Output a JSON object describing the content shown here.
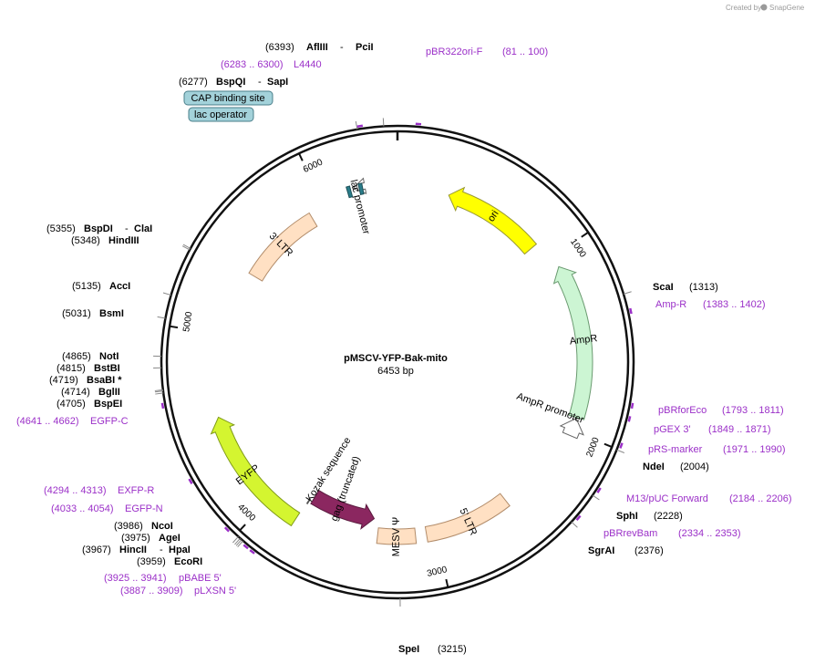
{
  "plasmid": {
    "name": "pMSCV-YFP-Bak-mito",
    "length_label": "6453 bp",
    "total_bp": 6453
  },
  "credit": {
    "text": "Created by",
    "brand": "SnapGene"
  },
  "colors": {
    "backbone": "#111111",
    "enzyme_line": "#888888",
    "primer": "#9b30c8",
    "ori": "#ffff00",
    "ampr": "#ccf5d3",
    "ltr": "#ffe0c3",
    "eyfp": "#d4f530",
    "gag": "#8b2760",
    "boxfeature": "#a3d2da",
    "lac": "#2a7d8a"
  },
  "ticks": [
    {
      "label": "1000",
      "pos": 1000
    },
    {
      "label": "2000",
      "pos": 2000
    },
    {
      "label": "3000",
      "pos": 3000
    },
    {
      "label": "4000",
      "pos": 4000
    },
    {
      "label": "5000",
      "pos": 5000
    },
    {
      "label": "6000",
      "pos": 6000
    }
  ],
  "enzymes": [
    {
      "pos": "(6393)",
      "name": "AflIII",
      "name2": "PciI",
      "bp": 6393
    },
    {
      "pos": "(6277)",
      "name": "BspQI",
      "name2": "SapI",
      "bp": 6277
    },
    {
      "pos": "(5355)",
      "name": "BspDI",
      "name2": "ClaI",
      "bp": 5355
    },
    {
      "pos": "(5348)",
      "name": "HindIII",
      "name2": "",
      "bp": 5348
    },
    {
      "pos": "(5135)",
      "name": "AccI",
      "name2": "",
      "bp": 5135
    },
    {
      "pos": "(5031)",
      "name": "BsmI",
      "name2": "",
      "bp": 5031
    },
    {
      "pos": "(4865)",
      "name": "NotI",
      "name2": "",
      "bp": 4865
    },
    {
      "pos": "(4815)",
      "name": "BstBI",
      "name2": "",
      "bp": 4815
    },
    {
      "pos": "(4719)",
      "name": "BsaBI *",
      "name2": "",
      "bp": 4719
    },
    {
      "pos": "(4714)",
      "name": "BglII",
      "name2": "",
      "bp": 4714
    },
    {
      "pos": "(4705)",
      "name": "BspEI",
      "name2": "",
      "bp": 4705
    },
    {
      "pos": "(3986)",
      "name": "NcoI",
      "name2": "",
      "bp": 3986
    },
    {
      "pos": "(3975)",
      "name": "AgeI",
      "name2": "",
      "bp": 3975
    },
    {
      "pos": "(3967)",
      "name": "HincII",
      "name2": "HpaI",
      "bp": 3967
    },
    {
      "pos": "(3959)",
      "name": "EcoRI",
      "name2": "",
      "bp": 3959
    },
    {
      "pos": "(1313)",
      "name": "ScaI",
      "name2": "",
      "bp": 1313
    },
    {
      "pos": "(2004)",
      "name": "NdeI",
      "name2": "",
      "bp": 2004
    },
    {
      "pos": "(2228)",
      "name": "SphI",
      "name2": "",
      "bp": 2228
    },
    {
      "pos": "(2376)",
      "name": "SgrAI",
      "name2": "",
      "bp": 2376
    },
    {
      "pos": "(3215)",
      "name": "SpeI",
      "name2": "",
      "bp": 3215
    }
  ],
  "primers": [
    {
      "range": "(81 .. 100)",
      "name": "pBR322ori-F",
      "bp": 90
    },
    {
      "range": "(6283 .. 6300)",
      "name": "L4440",
      "bp": 6291
    },
    {
      "range": "(1383 .. 1402)",
      "name": "Amp-R",
      "bp": 1392
    },
    {
      "range": "(1793 .. 1811)",
      "name": "pBRforEco",
      "bp": 1802
    },
    {
      "range": "(1849 .. 1871)",
      "name": "pGEX 3'",
      "bp": 1860
    },
    {
      "range": "(1971 .. 1990)",
      "name": "pRS-marker",
      "bp": 1980
    },
    {
      "range": "(2184 .. 2206)",
      "name": "M13/pUC Forward",
      "bp": 2195
    },
    {
      "range": "(2334 .. 2353)",
      "name": "pBRrevBam",
      "bp": 2343
    },
    {
      "range": "(4641 .. 4662)",
      "name": "EGFP-C",
      "bp": 4651
    },
    {
      "range": "(4294 .. 4313)",
      "name": "EXFP-R",
      "bp": 4303
    },
    {
      "range": "(4033 .. 4054)",
      "name": "EGFP-N",
      "bp": 4043
    },
    {
      "range": "(3925 .. 3941)",
      "name": "pBABE 5'",
      "bp": 3933
    },
    {
      "range": "(3887 .. 3909)",
      "name": "pLXSN 5'",
      "bp": 3898
    }
  ],
  "features": [
    {
      "name": "ori",
      "start": 304,
      "end": 892,
      "dir": "ccw"
    },
    {
      "name": "AmpR",
      "start": 1063,
      "end": 1923,
      "dir": "ccw"
    },
    {
      "name": "AmpR promoter",
      "start": 1924,
      "end": 2028,
      "dir": "ccw"
    },
    {
      "name": "5' LTR",
      "start": 2543,
      "end": 3057,
      "dir": "none"
    },
    {
      "name": "MESV Ψ",
      "start": 3118,
      "end": 3346,
      "dir": "none"
    },
    {
      "name": "gag (truncated)",
      "start": 3376,
      "end": 3793,
      "dir": "ccw"
    },
    {
      "name": "Kozak sequence",
      "start": 3806,
      "end": 3815,
      "dir": "none"
    },
    {
      "name": "EYFP",
      "start": 3816,
      "end": 4535,
      "dir": "cw"
    },
    {
      "name": "3' LTR",
      "start": 5392,
      "end": 5906,
      "dir": "none"
    },
    {
      "name": "lac promoter",
      "start": 6192,
      "end": 6222,
      "dir": "ccw"
    }
  ],
  "boxed_features": [
    {
      "label": "CAP binding site"
    },
    {
      "label": "lac operator"
    }
  ]
}
